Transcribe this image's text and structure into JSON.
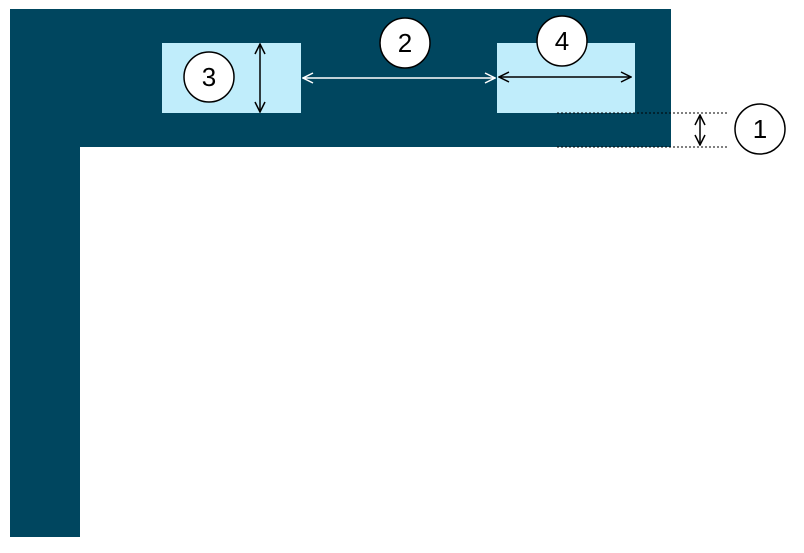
{
  "colors": {
    "frame": "#00465f",
    "box": "#c0edfb",
    "background": "#ffffff",
    "arrow_on_dark": "#ffffff",
    "arrow_on_light": "#000000",
    "guide_line": "#000000",
    "callout_fill": "#ffffff",
    "callout_stroke": "#000000"
  },
  "callouts": [
    {
      "id": "1",
      "label": "1"
    },
    {
      "id": "2",
      "label": "2"
    },
    {
      "id": "3",
      "label": "3"
    },
    {
      "id": "4",
      "label": "4"
    }
  ]
}
